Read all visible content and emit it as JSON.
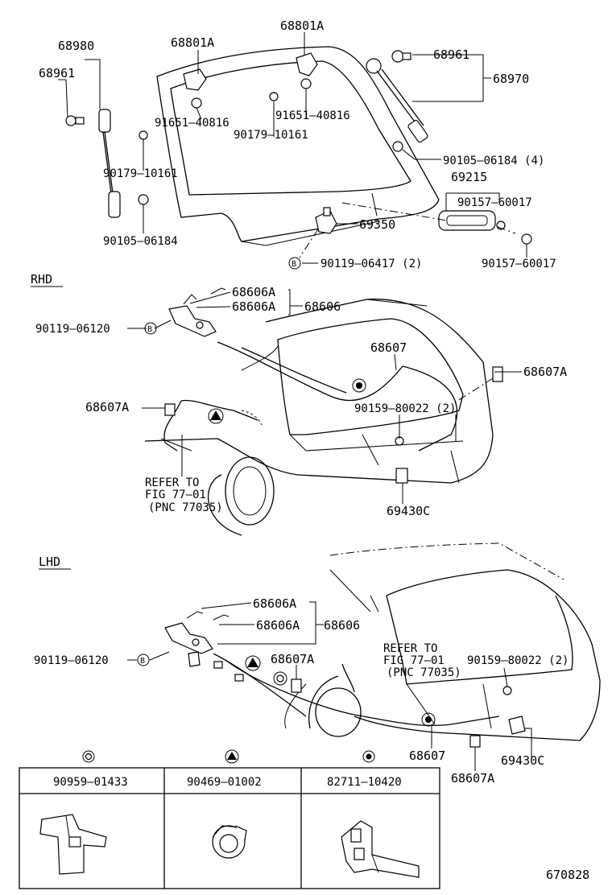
{
  "top": {
    "p68980": "68980",
    "p68961_left": "68961",
    "p68801A_a": "68801A",
    "p68801A_b": "68801A",
    "p68961_right": "68961",
    "p68970": "68970",
    "p91651_a": "91651–40816",
    "p91651_b": "91651–40816",
    "p90179_a": "90179–10161",
    "p90179_b": "90179–10161",
    "p90105_right": "90105–06184 (4)",
    "p90105_left": "90105–06184",
    "p69215": "69215",
    "p90157_a": "90157–60017",
    "p90157_b": "90157–60017",
    "p69350": "69350",
    "p90119_top": "90119–06417 (2)",
    "marker_B": "B"
  },
  "rhd": {
    "title": "RHD",
    "p68606A_a": "68606A",
    "p68606A_b": "68606A",
    "p68606": "68606",
    "p90119": "90119–06120",
    "marker_B": "B",
    "p68607": "68607",
    "p68607A_right": "68607A",
    "p68607A_left": "68607A",
    "p90159": "90159–80022 (2)",
    "refer_1": "REFER TO",
    "refer_2": "FIG 77–01",
    "refer_3": "(PNC 77035)",
    "p69430C": "69430C"
  },
  "lhd": {
    "title": "LHD",
    "p68606A_a": "68606A",
    "p68606A_b": "68606A",
    "p68606": "68606",
    "p90119": "90119–06120",
    "marker_B": "B",
    "p68607A_mid": "68607A",
    "refer_1": "REFER TO",
    "refer_2": "FIG 77–01",
    "refer_3": "(PNC 77035)",
    "p90159": "90159–80022 (2)",
    "p68607": "68607",
    "p69430C": "69430C",
    "p68607A_bottom": "68607A"
  },
  "legend": {
    "columns": [
      {
        "symbol": "double-circle-symbol",
        "part": "90959–01433"
      },
      {
        "symbol": "triangle-symbol",
        "part": "90469–01002"
      },
      {
        "symbol": "target-circle-symbol",
        "part": "82711–10420"
      }
    ]
  },
  "figure_number": "670828"
}
